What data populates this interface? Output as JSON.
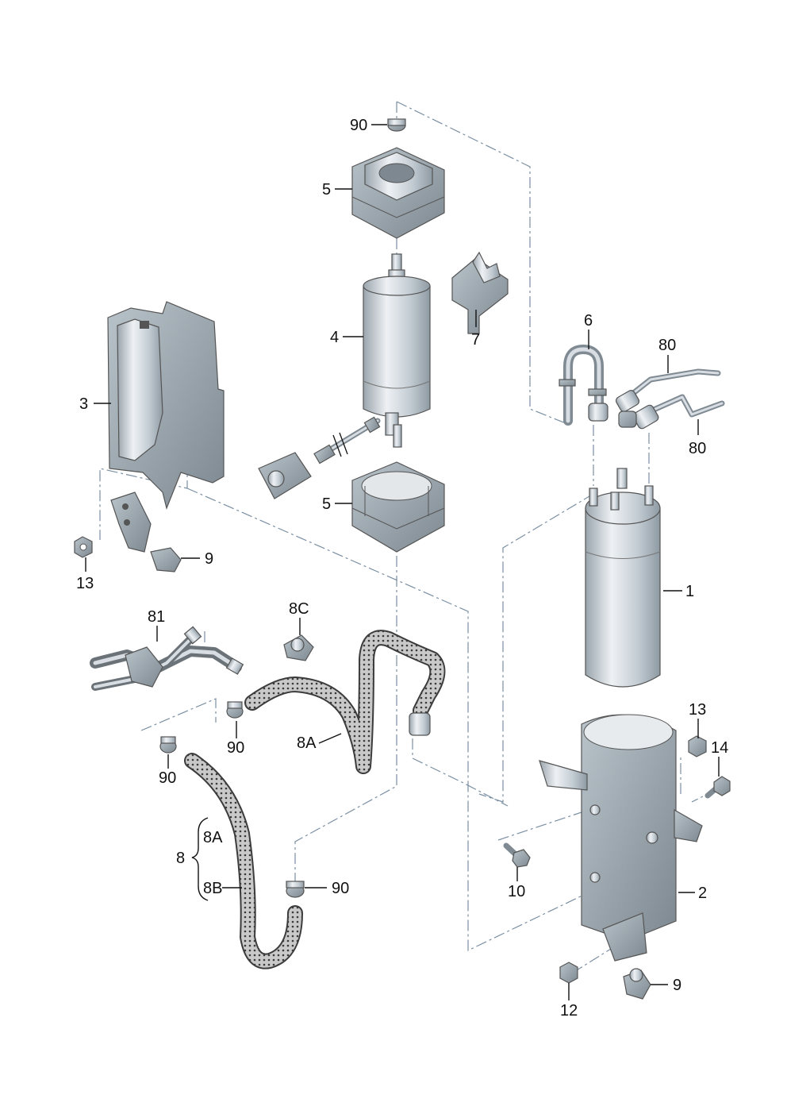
{
  "labels": {
    "clip_top": "90",
    "bracket_top": "5",
    "filter_pump": "4",
    "holder": "7",
    "shield": "3",
    "line_u": "6",
    "line_top": "80",
    "line_right": "80",
    "bracket_bottom": "5",
    "clip_shield": "9",
    "nut_left": "13",
    "filter": "1",
    "line_81": "81",
    "clip_8c": "8C",
    "clip_left_a": "90",
    "hose_8a": "8A",
    "clip_left_b": "90",
    "nut_right": "13",
    "bolt_right": "14",
    "group_8": "8",
    "group_8a": "8A",
    "group_8b": "8B",
    "clip_bottom": "90",
    "bolt_mid": "10",
    "carrier": "2",
    "nut_bottom": "12",
    "clip_carrier": "9"
  },
  "colors": {
    "metal_light": "#dde3e8",
    "metal_dark": "#8e9aa3",
    "hose": "#3c3c3c",
    "dash_line": "#7a8fa3"
  }
}
